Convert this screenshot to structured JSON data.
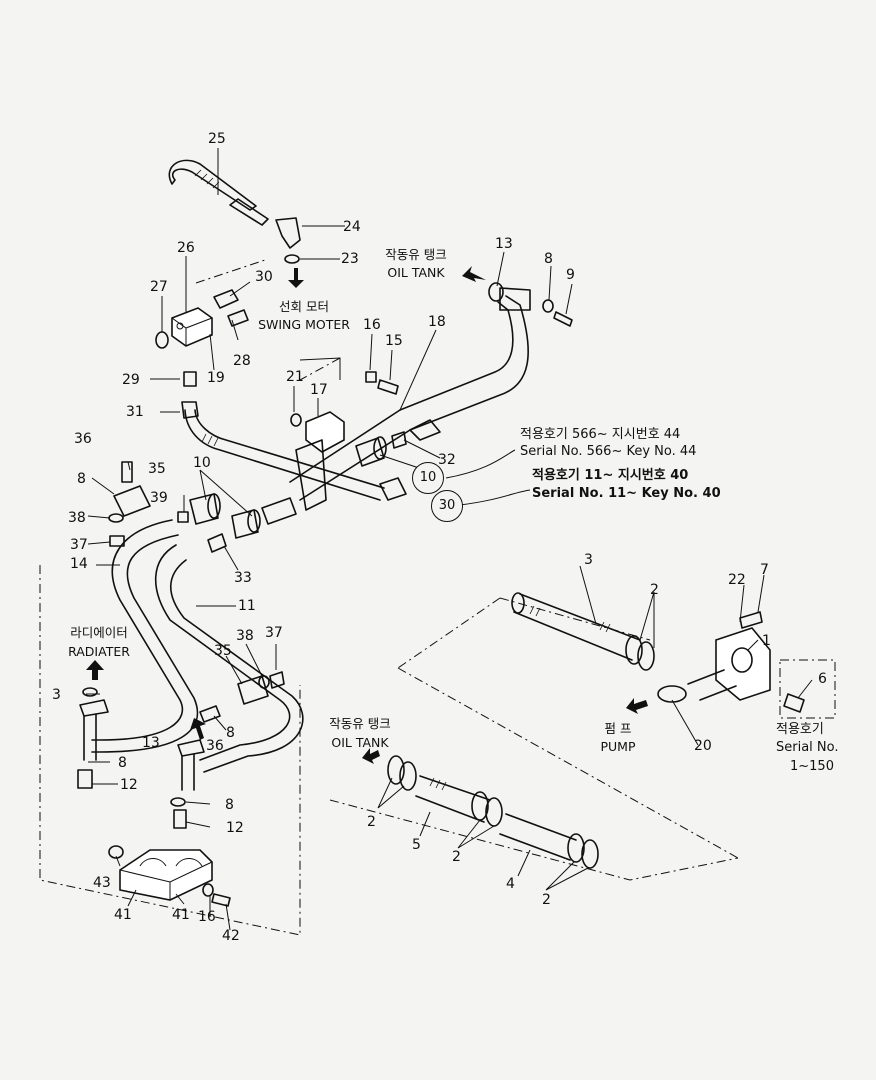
{
  "callouts": {
    "c25": "25",
    "c24": "24",
    "c23": "23",
    "c26": "26",
    "c30a": "30",
    "c27": "27",
    "c28": "28",
    "c19": "19",
    "c29": "29",
    "c13a": "13",
    "c8a": "8",
    "c9": "9",
    "c16a": "16",
    "c15": "15",
    "c18": "18",
    "c21": "21",
    "c17": "17",
    "c31": "31",
    "c32": "32",
    "c10a": "10",
    "c36a": "36",
    "c35a": "35",
    "c8b": "8",
    "c39": "39",
    "c38a": "38",
    "c37a": "37",
    "c14": "14",
    "c33": "33",
    "c11": "11",
    "c38b": "38",
    "c37b": "37",
    "c35b": "35",
    "c3a": "3",
    "c8c": "8",
    "c13b": "13",
    "c36b": "36",
    "c8d": "8",
    "c12a": "12",
    "c8e": "8",
    "c12b": "12",
    "c43": "43",
    "c41a": "41",
    "c41b": "41",
    "c16b": "16",
    "c42": "42",
    "c3b": "3",
    "c2a": "2",
    "c22": "22",
    "c7": "7",
    "c1": "1",
    "c6": "6",
    "c20": "20",
    "c2b": "2",
    "c5": "5",
    "c2c": "2",
    "c4": "4",
    "c2d": "2"
  },
  "circled": {
    "r10": "10",
    "r30": "30"
  },
  "captions": {
    "oil_tank_top_ko": "작동유 탱크",
    "oil_tank_top_en": "OIL TANK",
    "swing_motor_ko": "선회 모터",
    "swing_motor_en": "SWING MOTER",
    "radiator_ko": "라디에이터",
    "radiator_en": "RADIATER",
    "oil_tank_bottom_ko": "작동유 탱크",
    "oil_tank_bottom_en": "OIL TANK",
    "pump_ko": "펌 프",
    "pump_en": "PUMP"
  },
  "notes": {
    "key44_ko": "적용호기  566~  지시번호 44",
    "key44_en": "Serial No.  566~  Key No. 44",
    "key40_ko": "적용호기 11~  지시번호 40",
    "key40_en": "Serial No. 11~  Key No. 40",
    "serial_ko": "적용호기",
    "serial_en": "Serial No.",
    "serial_range": "1~150"
  },
  "icons": [
    "flow-arrow-icon"
  ]
}
